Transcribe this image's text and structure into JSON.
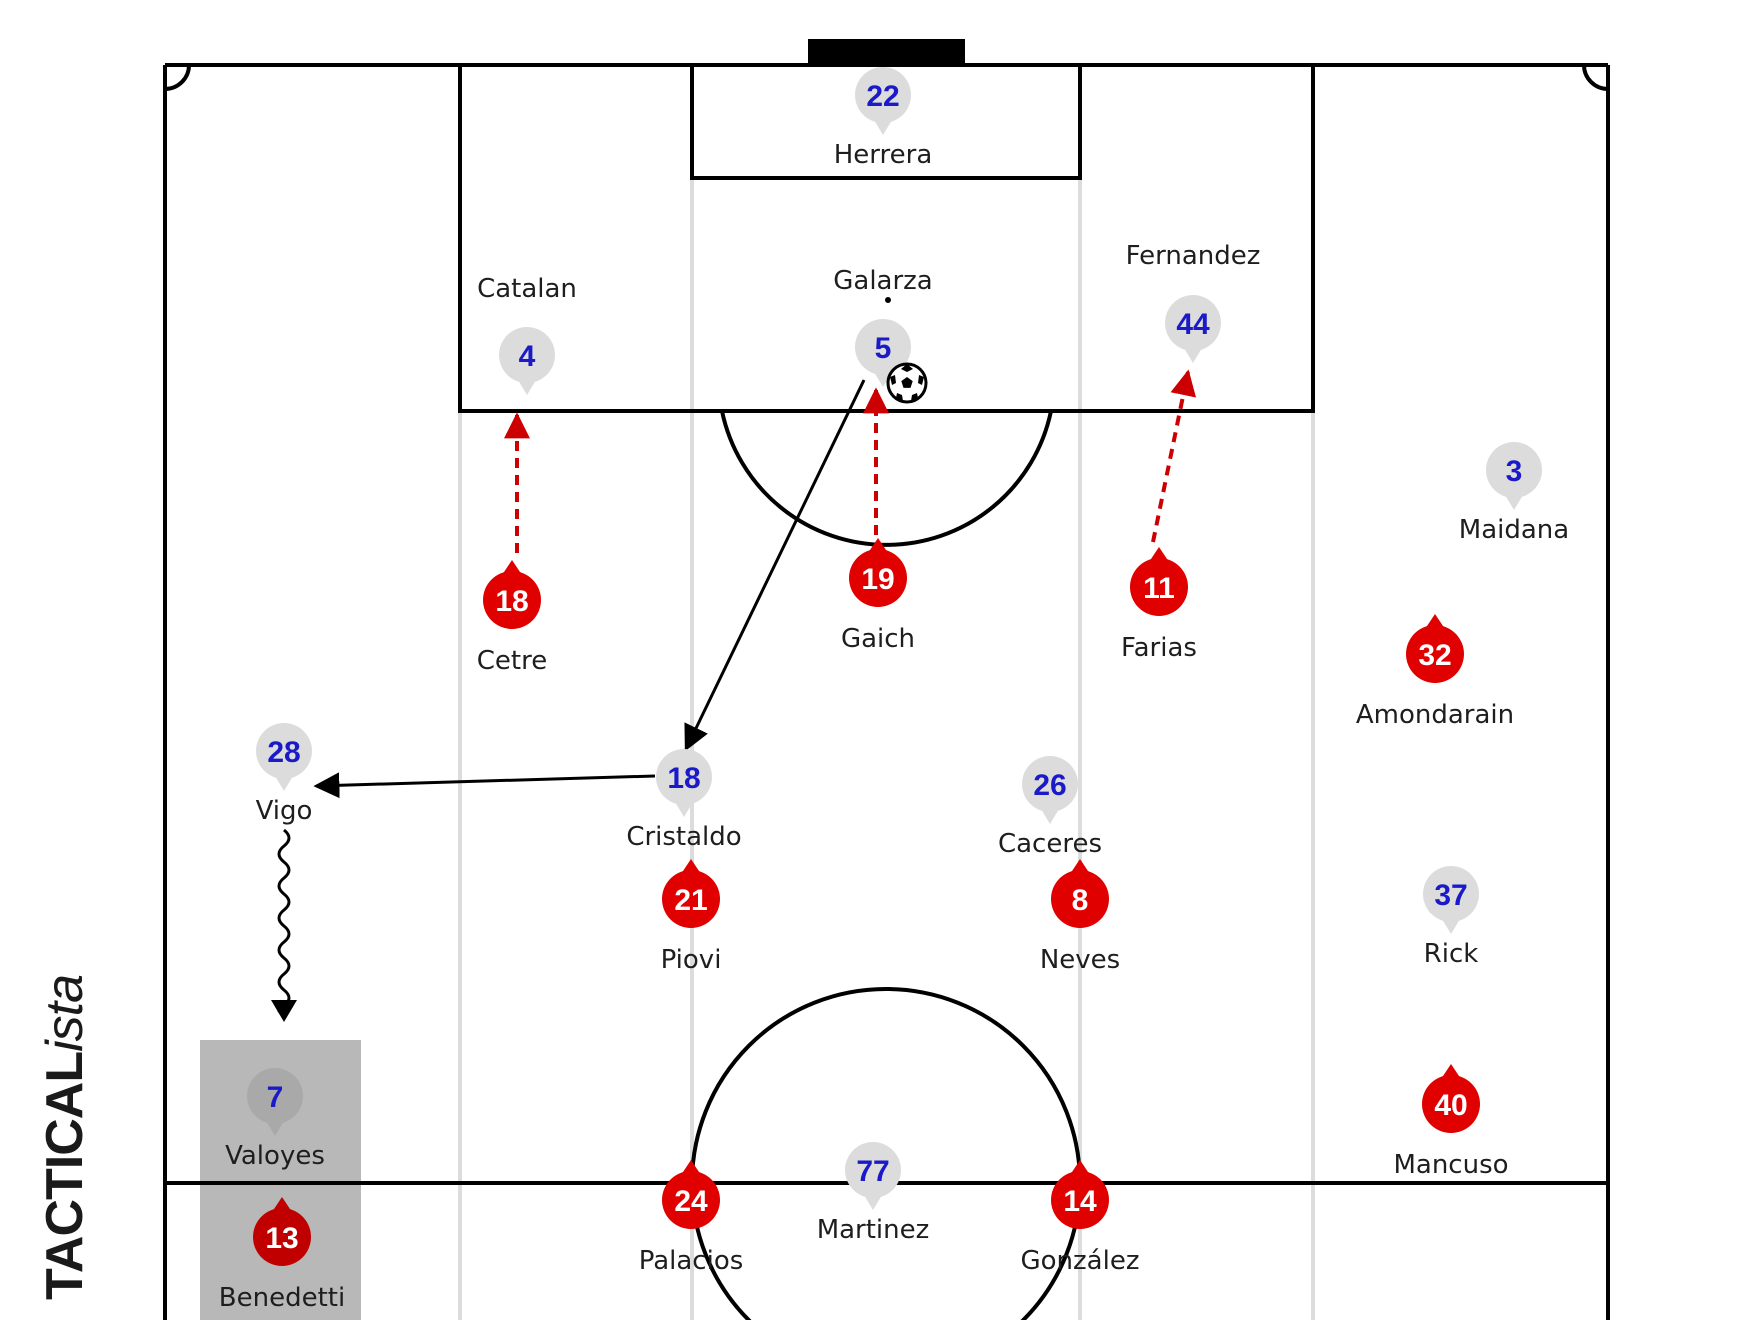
{
  "brand": {
    "part1": "TACTICAL",
    "part2": "ista"
  },
  "colors": {
    "away_fill": "#dcdcdc",
    "away_number": "#1a1ac8",
    "home_fill": "#e00000",
    "home_number": "#ffffff",
    "run_arrow": "#cc0000",
    "pass_arrow": "#000000",
    "highlight_box": "#b8b8b8",
    "channel_lines": "#dcdcdc"
  },
  "ball": {
    "icon": "soccer-ball-icon"
  },
  "players": [
    {
      "team": "away",
      "number": "22",
      "name": "Herrera"
    },
    {
      "team": "away",
      "number": "4",
      "name": "Catalan"
    },
    {
      "team": "away",
      "number": "5",
      "name": "Galarza"
    },
    {
      "team": "away",
      "number": "44",
      "name": "Fernandez"
    },
    {
      "team": "away",
      "number": "3",
      "name": "Maidana"
    },
    {
      "team": "away",
      "number": "28",
      "name": "Vigo"
    },
    {
      "team": "away",
      "number": "18",
      "name": "Cristaldo"
    },
    {
      "team": "away",
      "number": "26",
      "name": "Caceres"
    },
    {
      "team": "away",
      "number": "37",
      "name": "Rick"
    },
    {
      "team": "away",
      "number": "7",
      "name": "Valoyes"
    },
    {
      "team": "away",
      "number": "77",
      "name": "Martinez"
    },
    {
      "team": "home",
      "number": "18",
      "name": "Cetre"
    },
    {
      "team": "home",
      "number": "19",
      "name": "Gaich"
    },
    {
      "team": "home",
      "number": "11",
      "name": "Farias"
    },
    {
      "team": "home",
      "number": "32",
      "name": "Amondarain"
    },
    {
      "team": "home",
      "number": "21",
      "name": "Piovi"
    },
    {
      "team": "home",
      "number": "8",
      "name": "Neves"
    },
    {
      "team": "home",
      "number": "40",
      "name": "Mancuso"
    },
    {
      "team": "home",
      "number": "13",
      "name": "Benedetti"
    },
    {
      "team": "home",
      "number": "24",
      "name": "Palacios"
    },
    {
      "team": "home",
      "number": "14",
      "name": "González"
    }
  ]
}
